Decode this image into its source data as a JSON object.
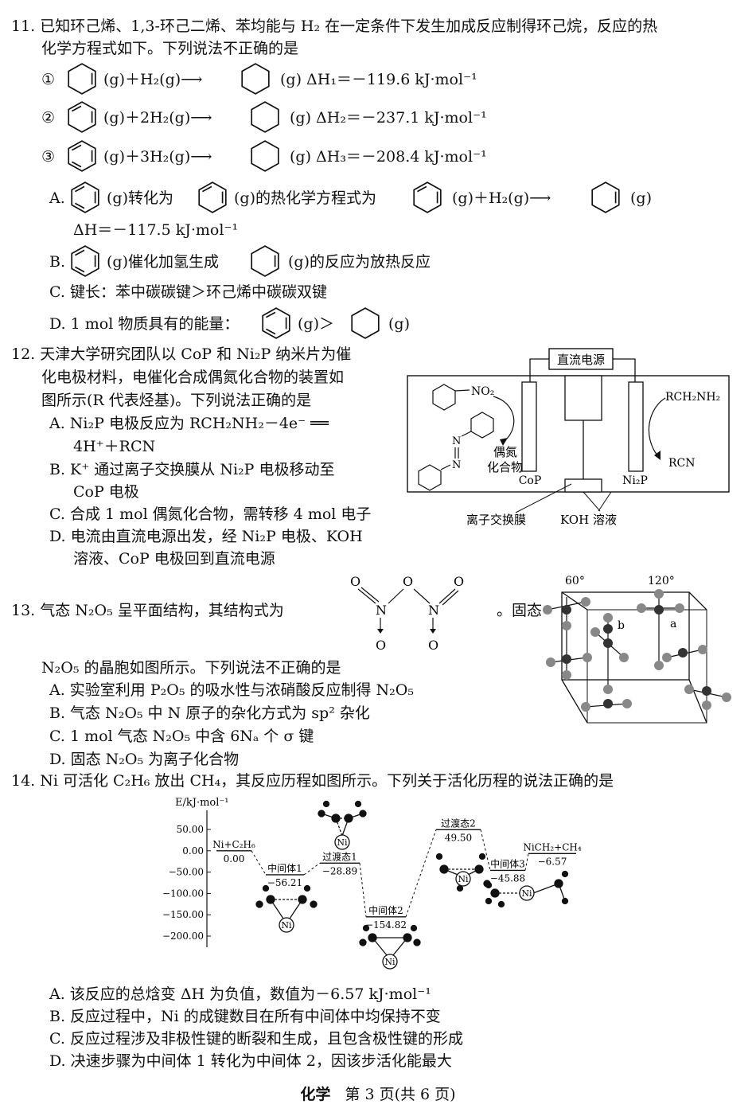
{
  "q11": {
    "stem1": "11. 已知环己烯、1,3-环己二烯、苯均能与 H₂ 在一定条件下发生加成反应制得环己烷，反应的热",
    "stem2": "化学方程式如下。下列说法不正确的是",
    "eq1_num": "①",
    "eq1_mid": "(g)＋H₂(g)⟶",
    "eq1_end": "(g)   ΔH₁＝－119.6 kJ·mol⁻¹",
    "eq2_num": "②",
    "eq2_mid": "(g)＋2H₂(g)⟶",
    "eq2_end": "(g)   ΔH₂＝－237.1 kJ·mol⁻¹",
    "eq3_num": "③",
    "eq3_mid": "(g)＋3H₂(g)⟶",
    "eq3_end": "(g)   ΔH₃＝－208.4 kJ·mol⁻¹",
    "optA_1": "A.",
    "optA_2": "(g)转化为",
    "optA_3": "(g)的热化学方程式为",
    "optA_4": "(g)＋H₂(g)⟶",
    "optA_5": "(g)",
    "optA_6": "ΔH＝－117.5 kJ·mol⁻¹",
    "optB_1": "B.",
    "optB_2": "(g)催化加氢生成",
    "optB_3": "(g)的反应为放热反应",
    "optC": "C. 键长：苯中碳碳键＞环己烯中碳碳双键",
    "optD_1": "D. 1 mol 物质具有的能量：",
    "optD_2": "(g)＞",
    "optD_3": "(g)"
  },
  "q12": {
    "l1": "12. 天津大学研究团队以 CoP 和 Ni₂P 纳米片为催",
    "l2": "化电极材料，电催化合成偶氮化合物的装置如",
    "l3": "图所示(R 代表烃基)。下列说法正确的是",
    "a1": "A. Ni₂P 电极反应为 RCH₂NH₂－4e⁻ ══",
    "a2": "4H⁺＋RCN",
    "b1": "B. K⁺ 通过离子交换膜从 Ni₂P 电极移动至",
    "b2": "CoP 电极",
    "c1": "C. 合成 1 mol 偶氮化合物，需转移 4 mol 电子",
    "d1": "D. 电流由直流电源出发，经 Ni₂P 电极、KOH",
    "d2": "溶液、CoP 电极回到直流电源",
    "fig": {
      "power": "直流电源",
      "no2": "NO₂",
      "azo1": "偶氮",
      "azo2": "化合物",
      "cop": "CoP",
      "ni2p": "Ni₂P",
      "amine": "RCH₂NH₂",
      "rcn": "RCN",
      "membrane": "离子交换膜",
      "koh": "KOH 溶液",
      "n": "N"
    }
  },
  "q13": {
    "l1": "13. 气态 N₂O₅ 呈平面结构，其结构式为",
    "l1b": "。固态",
    "l2": "N₂O₅ 的晶胞如图所示。下列说法不正确的是",
    "a": "A. 实验室利用 P₂O₅ 的吸水性与浓硝酸反应制得 N₂O₅",
    "b": "B. 气态 N₂O₅ 中 N 原子的杂化方式为 sp² 杂化",
    "c": "C. 1 mol 气态 N₂O₅ 中含 6Nₐ 个 σ 键",
    "d": "D. 固态 N₂O₅ 为离子化合物",
    "fig": {
      "o": "O",
      "n": "N",
      "ang1": "60°",
      "ang2": "120°",
      "a": "a",
      "b": "b"
    }
  },
  "q14": {
    "l1": "14. Ni 可活化 C₂H₆ 放出 CH₄，其反应历程如图所示。下列关于活化历程的说法正确的是",
    "a": "A. 该反应的总焓变 ΔH 为负值，数值为－6.57 kJ·mol⁻¹",
    "b": "B. 反应过程中，Ni 的成键数目在所有中间体中均保持不变",
    "c": "C. 反应过程涉及非极性键的断裂和生成，且包含极性键的形成",
    "d": "D. 决速步骤为中间体 1 转化为中间体 2，因该步活化能最大",
    "fig": {
      "ylabel": "E/kJ·mol⁻¹",
      "ticks": [
        "50.00",
        "0.00",
        "−50.00",
        "−100.00",
        "−150.00",
        "−200.00"
      ],
      "ni": "Ni",
      "states": [
        {
          "label": "Ni+C₂H₆",
          "value": "0.00"
        },
        {
          "label": "中间体1",
          "value": "−56.21"
        },
        {
          "label": "过渡态1",
          "value": "−28.89"
        },
        {
          "label": "中间体2",
          "value": "−154.82"
        },
        {
          "label": "过渡态2",
          "value": "49.50"
        },
        {
          "label": "中间体3",
          "value": "−45.88"
        },
        {
          "label": "NiCH₂+CH₄",
          "value": "−6.57"
        }
      ]
    }
  },
  "footer": {
    "subject": "化学",
    "page": "第 3 页(共 6 页)"
  },
  "chart_data": {
    "type": "line",
    "ylabel": "E/kJ·mol⁻¹",
    "ylim": [
      -200,
      50
    ],
    "categories": [
      "Ni+C₂H₆",
      "中间体1",
      "过渡态1",
      "中间体2",
      "过渡态2",
      "中间体3",
      "NiCH₂+CH₄"
    ],
    "values": [
      0.0,
      -56.21,
      -28.89,
      -154.82,
      49.5,
      -45.88,
      -6.57
    ]
  }
}
